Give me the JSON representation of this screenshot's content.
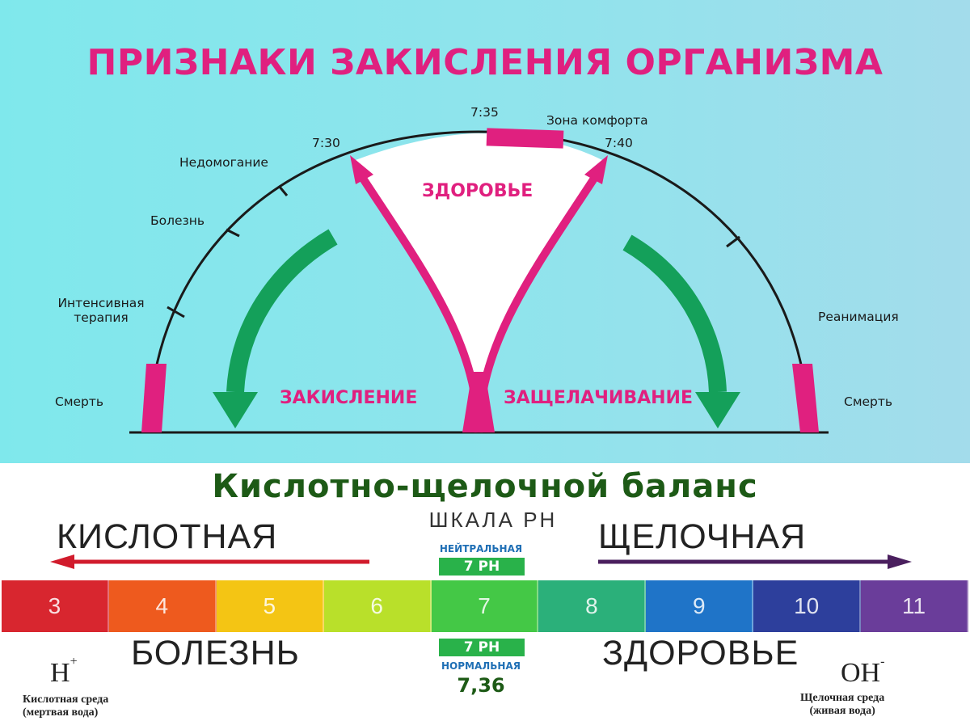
{
  "top": {
    "title": "ПРИЗНАКИ ЗАКИСЛЕНИЯ ОРГАНИЗМА",
    "labels": {
      "t735": "7:35",
      "comfort": "Зона комфорта",
      "t730": "7:30",
      "t740": "7:40",
      "malaise": "Недомогание",
      "illness": "Болезнь",
      "intensive": "Интенсивная",
      "intensive2": "терапия",
      "resuscitation": "Реанимация",
      "death_left": "Смерть",
      "death_right": "Смерть"
    },
    "health": "ЗДОРОВЬЕ",
    "acidification": "ЗАКИСЛЕНИЕ",
    "alkalization": "ЗАЩЕЛАЧИВАНИЕ"
  },
  "bottom": {
    "title": "Кислотно-щелочной баланс",
    "acid": "КИСЛОТНАЯ",
    "alkaline": "ЩЕЛОЧНАЯ",
    "scale": "ШКАЛА РН",
    "neutral_label": "НЕЙТРАЛЬНАЯ",
    "neutral_ph": "7 PH",
    "disease": "БОЛЕЗНЬ",
    "health": "ЗДОРОВЬЕ",
    "normal_ph": "7 PH",
    "normal_label": "НОРМАЛЬНАЯ",
    "normal_value": "7,36",
    "h_ion": "H",
    "h_sup": "+",
    "oh_ion": "OH",
    "oh_sup": "-",
    "acid_env_1": "Кислотная среда",
    "acid_env_2": "(мертвая вода)",
    "alk_env_1": "Щелочная среда",
    "alk_env_2": "(живая вода)",
    "scale_cells": [
      {
        "value": "3",
        "color": "#d8262f"
      },
      {
        "value": "4",
        "color": "#ee5a1e"
      },
      {
        "value": "5",
        "color": "#f4c514"
      },
      {
        "value": "6",
        "color": "#b9e02a"
      },
      {
        "value": "7",
        "color": "#44c846"
      },
      {
        "value": "8",
        "color": "#2bb07a"
      },
      {
        "value": "9",
        "color": "#1f74c8"
      },
      {
        "value": "10",
        "color": "#2d3f9c"
      },
      {
        "value": "11",
        "color": "#6a3d9a"
      }
    ]
  },
  "colors": {
    "pink": "#e0207f",
    "green_arrow": "#14a05a",
    "title_green": "#1d5a16"
  }
}
